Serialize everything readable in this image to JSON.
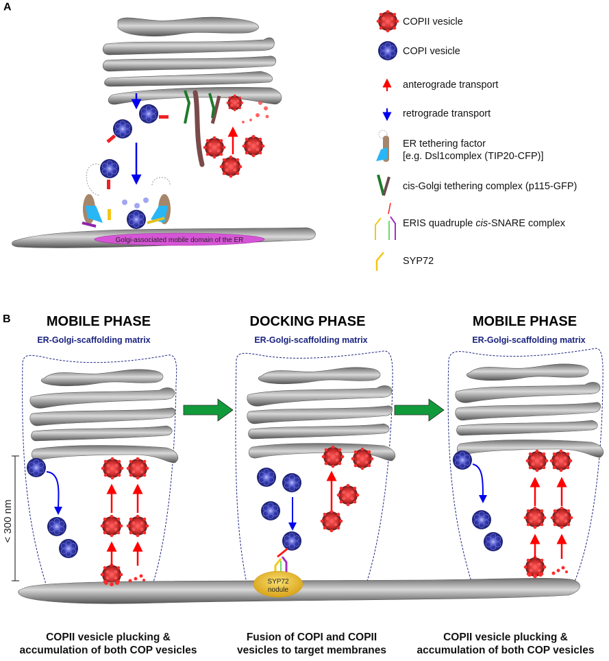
{
  "panel_a": {
    "label": "A",
    "er_domain_label": "Golgi-associated mobile domain of the ER",
    "legend": [
      {
        "icon": "copii-vesicle-icon",
        "text": "COPII vesicle"
      },
      {
        "icon": "copi-vesicle-icon",
        "text": "COPI vesicle"
      },
      {
        "icon": "red-up-arrow-icon",
        "text": "anterograde transport"
      },
      {
        "icon": "blue-down-arrow-icon",
        "text": "retrograde transport"
      },
      {
        "icon": "er-tethering-factor-icon",
        "text": "ER tethering factor",
        "text2": "[e.g. Dsl1complex (TIP20-CFP)]"
      },
      {
        "icon": "cis-golgi-tether-icon",
        "text": "cis-Golgi tethering complex (p115-GFP)"
      },
      {
        "icon": "snare-complex-icon",
        "text_pre": "ERIS quadruple ",
        "text_italic": "cis",
        "text_post": "-SNARE complex"
      },
      {
        "icon": "syp72-icon",
        "text": "SYP72"
      }
    ]
  },
  "panel_b": {
    "label": "B",
    "scale_label": "< 300 nm",
    "phases": [
      {
        "title": "MOBILE PHASE",
        "matrix": "ER-Golgi-scaffolding matrix",
        "caption1": "COPII vesicle plucking &",
        "caption2": "accumulation of both COP vesicles"
      },
      {
        "title": "DOCKING PHASE",
        "matrix": "ER-Golgi-scaffolding matrix",
        "caption1": "Fusion of COPI and COPII",
        "caption2": "vesicles to target membranes",
        "nodule_1": "SYP72",
        "nodule_2": "nodule"
      },
      {
        "title": "MOBILE PHASE",
        "matrix": "ER-Golgi-scaffolding matrix",
        "caption1": "COPII vesicle plucking &",
        "caption2": "accumulation of both COP vesicles"
      }
    ]
  },
  "colors": {
    "copii": "#e02020",
    "copi": "#2b2f9e",
    "anterograde": "#ff0000",
    "retrograde": "#0000ee",
    "matrix_text": "#1a237e",
    "phase_arrow": "#119a3a",
    "er_domain": "#d655d6",
    "nodule": "#e8b92a"
  }
}
